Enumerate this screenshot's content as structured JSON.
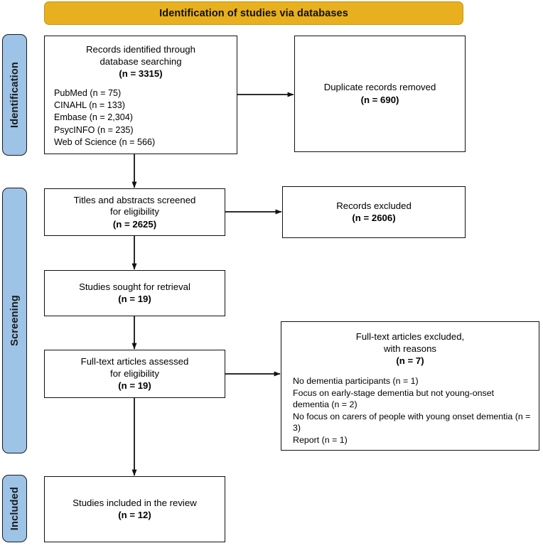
{
  "diagram": {
    "type": "prisma-flow-diagram",
    "header_banner": {
      "label": "Identification of studies via databases",
      "color": "#e8b01e"
    },
    "band_color": "#9dc3e6",
    "phases": [
      {
        "key": "identification",
        "label": "Identification"
      },
      {
        "key": "screening",
        "label": "Screening"
      },
      {
        "key": "included",
        "label": "Included"
      }
    ],
    "boxes": {
      "records_identified": {
        "title": "Records identified through\ndatabase searching",
        "count": "(n = 3315)",
        "sources": [
          "PubMed (n = 75)",
          "CINAHL (n = 133)",
          "Embase (n = 2,304)",
          "PsycINFO (n = 235)",
          "Web of Science (n = 566)"
        ]
      },
      "duplicates_removed": {
        "title": "Duplicate records removed",
        "count": "(n = 690)"
      },
      "titles_screened": {
        "title": "Titles and abstracts screened\nfor eligibility",
        "count": "(n = 2625)"
      },
      "records_excluded": {
        "title": "Records excluded",
        "count": "(n = 2606)"
      },
      "sought_retrieval": {
        "title": "Studies sought for retrieval",
        "count": "(n = 19)"
      },
      "fulltext_assessed": {
        "title": "Full-text articles assessed\nfor eligibility",
        "count": "(n = 19)"
      },
      "fulltext_excluded": {
        "title": "Full-text articles excluded,\nwith reasons",
        "count": "(n = 7)",
        "reasons": [
          "No dementia participants (n = 1)",
          "Focus on early-stage dementia but not young-onset\ndementia (n = 2)",
          "No focus on carers of people with young onset\ndementia (n = 3)",
          "Report (n = 1)"
        ]
      },
      "studies_included": {
        "title": "Studies included in the review",
        "count": "(n = 12)"
      }
    },
    "chart_data": {
      "type": "flow",
      "title": "Identification of studies via databases",
      "nodes": [
        {
          "id": "records_identified",
          "phase": "Identification",
          "label": "Records identified through database searching",
          "n": 3315,
          "breakdown": [
            {
              "source": "PubMed",
              "n": 75
            },
            {
              "source": "CINAHL",
              "n": 133
            },
            {
              "source": "Embase",
              "n": 2304
            },
            {
              "source": "PsycINFO",
              "n": 235
            },
            {
              "source": "Web of Science",
              "n": 566
            }
          ]
        },
        {
          "id": "duplicates_removed",
          "phase": "Identification",
          "label": "Duplicate records removed",
          "n": 690
        },
        {
          "id": "titles_screened",
          "phase": "Screening",
          "label": "Titles and abstracts screened for eligibility",
          "n": 2625
        },
        {
          "id": "records_excluded",
          "phase": "Screening",
          "label": "Records excluded",
          "n": 2606
        },
        {
          "id": "sought_retrieval",
          "phase": "Screening",
          "label": "Studies sought for retrieval",
          "n": 19
        },
        {
          "id": "fulltext_assessed",
          "phase": "Screening",
          "label": "Full-text articles assessed for eligibility",
          "n": 19
        },
        {
          "id": "fulltext_excluded",
          "phase": "Screening",
          "label": "Full-text articles excluded, with reasons",
          "n": 7,
          "breakdown": [
            {
              "reason": "No dementia participants",
              "n": 1
            },
            {
              "reason": "Focus on early-stage dementia but not young-onset dementia",
              "n": 2
            },
            {
              "reason": "No focus on carers of people with young onset dementia",
              "n": 3
            },
            {
              "reason": "Report",
              "n": 1
            }
          ]
        },
        {
          "id": "studies_included",
          "phase": "Included",
          "label": "Studies included in the review",
          "n": 12
        }
      ],
      "edges": [
        {
          "from": "records_identified",
          "to": "duplicates_removed",
          "direction": "right"
        },
        {
          "from": "records_identified",
          "to": "titles_screened",
          "direction": "down"
        },
        {
          "from": "titles_screened",
          "to": "records_excluded",
          "direction": "right"
        },
        {
          "from": "titles_screened",
          "to": "sought_retrieval",
          "direction": "down"
        },
        {
          "from": "sought_retrieval",
          "to": "fulltext_assessed",
          "direction": "down"
        },
        {
          "from": "fulltext_assessed",
          "to": "fulltext_excluded",
          "direction": "right"
        },
        {
          "from": "fulltext_assessed",
          "to": "studies_included",
          "direction": "down"
        }
      ]
    }
  }
}
